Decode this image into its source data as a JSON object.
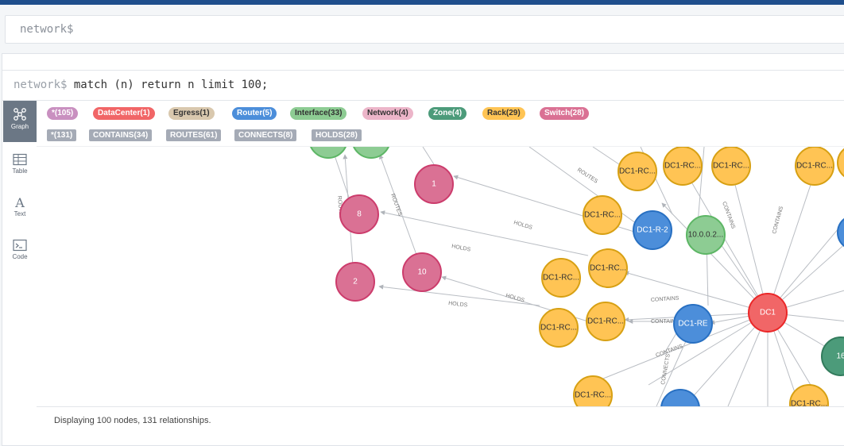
{
  "editor": {
    "prompt": "network$"
  },
  "frame": {
    "query_prompt": "network$",
    "query": " match (n) return n limit 100;"
  },
  "sidebar": {
    "items": [
      {
        "label": "Graph",
        "icon": "graph-icon"
      },
      {
        "label": "Table",
        "icon": "table-icon"
      },
      {
        "label": "Text",
        "icon": "text-icon"
      },
      {
        "label": "Code",
        "icon": "code-icon"
      }
    ]
  },
  "legend": {
    "labels": [
      {
        "text": "*(105)",
        "color": "#c990c0"
      },
      {
        "text": "DataCenter(1)",
        "color": "#f16667"
      },
      {
        "text": "Egress(1)",
        "color": "#d9c8ae"
      },
      {
        "text": "Router(5)",
        "color": "#4c8eda"
      },
      {
        "text": "Interface(33)",
        "color": "#8dcc93"
      },
      {
        "text": "Network(4)",
        "color": "#ecb5c9"
      },
      {
        "text": "Zone(4)",
        "color": "#4c9b7a"
      },
      {
        "text": "Rack(29)",
        "color": "#ffc454"
      },
      {
        "text": "Switch(28)",
        "color": "#da7194"
      }
    ],
    "relationships": [
      {
        "text": "*(131)"
      },
      {
        "text": "CONTAINS(34)"
      },
      {
        "text": "ROUTES(61)"
      },
      {
        "text": "CONNECTS(8)"
      },
      {
        "text": "HOLDS(28)"
      }
    ]
  },
  "graph": {
    "nodes": [
      {
        "label": "1",
        "type": "Switch"
      },
      {
        "label": "8",
        "type": "Switch"
      },
      {
        "label": "10",
        "type": "Switch"
      },
      {
        "label": "2",
        "type": "Switch"
      },
      {
        "label": "DC1-RC...",
        "type": "Rack"
      },
      {
        "label": "DC1-RC...",
        "type": "Rack"
      },
      {
        "label": "DC1-RC...",
        "type": "Rack"
      },
      {
        "label": "DC1-RC...",
        "type": "Rack"
      },
      {
        "label": "DC1-RC...",
        "type": "Rack"
      },
      {
        "label": "DC1-RC...",
        "type": "Rack"
      },
      {
        "label": "DC1-RC...",
        "type": "Rack"
      },
      {
        "label": "DC1-RC...",
        "type": "Rack"
      },
      {
        "label": "DC1-RC...",
        "type": "Rack"
      },
      {
        "label": "DC1-RC...",
        "type": "Rack"
      },
      {
        "label": "DC1-RC...",
        "type": "Rack"
      },
      {
        "label": "DC1-R-2",
        "type": "Router"
      },
      {
        "label": "DC1-RE",
        "type": "Router"
      },
      {
        "label": "10.0.0.2...",
        "type": "Interface"
      },
      {
        "label": "DC1",
        "type": "DataCenter"
      },
      {
        "label": "16",
        "type": "Zone"
      }
    ],
    "edge_labels": [
      "HOLDS",
      "HOLDS",
      "HOLDS",
      "HOLDS",
      "ROUTES",
      "ROUTES",
      "ROUTES",
      "CONTAINS",
      "CONTAINS",
      "CONTAINS",
      "CONTAINS",
      "CONTAINS",
      "CONNECTS"
    ]
  },
  "status": {
    "text": "Displaying 100 nodes, 131 relationships."
  }
}
